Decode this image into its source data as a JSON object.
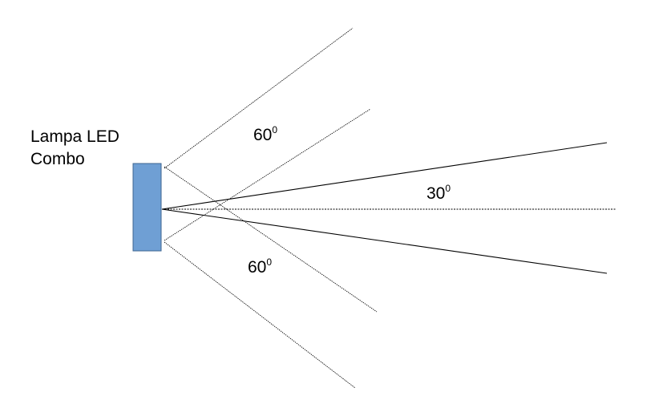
{
  "label": {
    "line1": "Lampa LED",
    "line2": "Combo"
  },
  "angles": {
    "top": {
      "value": "60",
      "unit": "0"
    },
    "middle": {
      "value": "30",
      "unit": "0"
    },
    "bottom": {
      "value": "60",
      "unit": "0"
    }
  },
  "colors": {
    "lamp_fill": "#6f9fd4",
    "lamp_stroke": "#3e6591",
    "line": "#000000"
  }
}
